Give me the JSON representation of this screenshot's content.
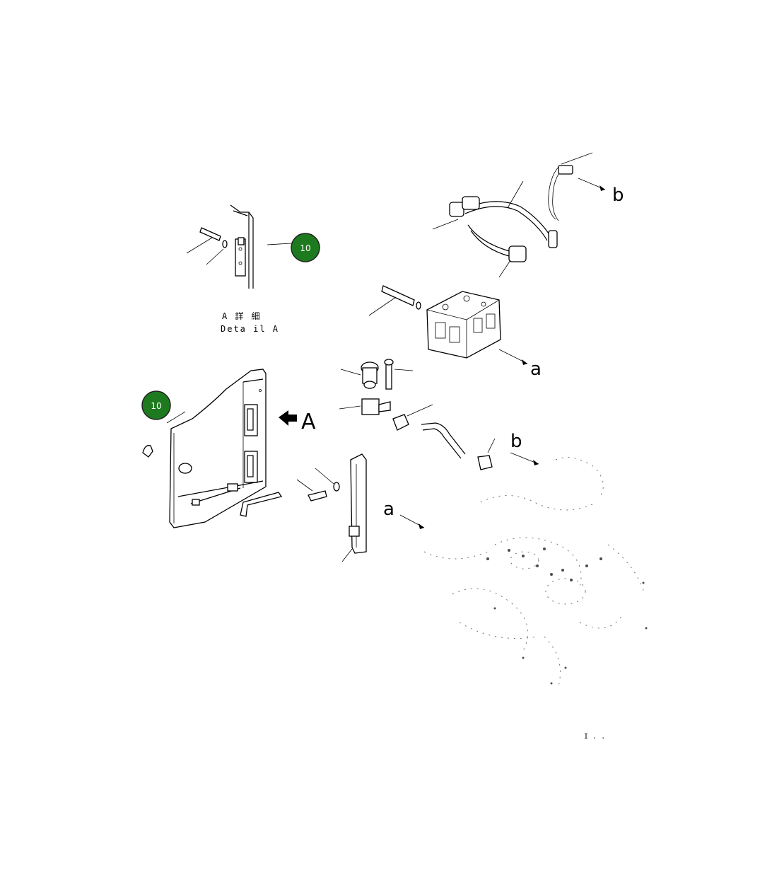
{
  "labels": {
    "view_a": "A",
    "ref_a_mid": "a",
    "ref_a_low": "a",
    "ref_b_top": "b",
    "ref_b_mid": "b"
  },
  "detail_caption": {
    "line1": "A 詳 細",
    "line2": "Deta il A"
  },
  "hotspots": [
    {
      "number": "10",
      "color": "#1e7a1e"
    },
    {
      "number": "10",
      "color": "#1e7a1e"
    }
  ],
  "page_code": "I . ."
}
